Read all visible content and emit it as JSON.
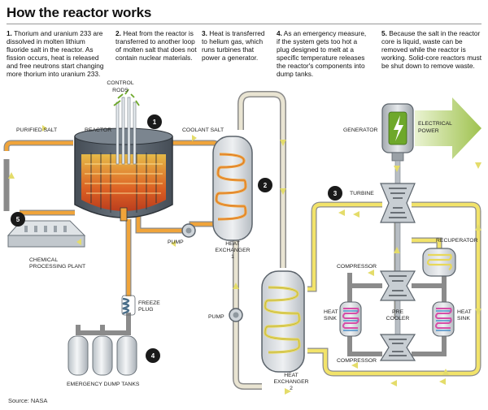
{
  "title": "How the reactor works",
  "steps": [
    {
      "num": "1.",
      "text": "Thorium and uranium 233 are dissolved in molten lithium fluoride salt in the reactor. As fission occurs, heat is released and free neutrons start changing more thorium into uranium 233."
    },
    {
      "num": "2.",
      "text": "Heat from the reactor is transferred to another loop of molten salt that does not contain nuclear materials."
    },
    {
      "num": "3.",
      "text": "Heat is transferred to helium gas, which runs turbines that power a generator."
    },
    {
      "num": "4.",
      "text": "As an emergency measure, if the system gets too hot a plug designed to melt at a specific temperature releases the reactor's components into dump tanks."
    },
    {
      "num": "5.",
      "text": "Because the salt in the reactor core is liquid, waste can be removed while the reactor is working. Solid-core reactors must be shut down to remove waste."
    }
  ],
  "labels": {
    "control_rods_1": "CONTROL",
    "control_rods_2": "RODS",
    "purified_salt": "PURIFIED SALT",
    "reactor": "REACTOR",
    "coolant_salt": "COOLANT SALT",
    "pump_1": "PUMP",
    "pump_2": "PUMP",
    "hx1_1": "HEAT",
    "hx1_2": "EXCHANGER",
    "hx1_3": "1",
    "hx2_1": "HEAT",
    "hx2_2": "EXCHANGER",
    "hx2_3": "2",
    "chem_1": "CHEMICAL",
    "chem_2": "PROCESSING PLANT",
    "freeze_1": "FREEZE",
    "freeze_2": "PLUG",
    "dump_tanks": "EMERGENCY DUMP TANKS",
    "generator": "GENERATOR",
    "power_1": "ELECTRICAL",
    "power_2": "POWER",
    "turbine": "TURBINE",
    "recuperator": "RECUPERATOR",
    "compressor_1": "COMPRESSOR",
    "compressor_2": "COMPRESSOR",
    "heat_sink_l_1": "HEAT",
    "heat_sink_l_2": "SINK",
    "heat_sink_r_1": "HEAT",
    "heat_sink_r_2": "SINK",
    "precooler_1": "PRE",
    "precooler_2": "COOLER"
  },
  "badges": [
    "1",
    "2",
    "3",
    "4",
    "5"
  ],
  "source": "Source: NASA",
  "colors": {
    "fuel_salt": "#f0a43a",
    "coolant_salt": "#e8d85a",
    "helium": "#f2e36a",
    "vessel": "#55606b",
    "core_hot": "#e8621e",
    "power_arrow": "#a9c95a",
    "badge": "#1a1a1a"
  }
}
